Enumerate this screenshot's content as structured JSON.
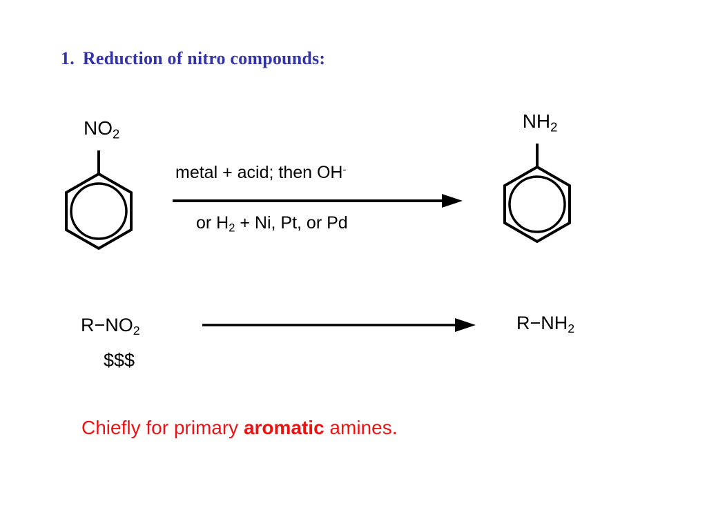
{
  "slide": {
    "background": "#ffffff",
    "title": {
      "number": "1.",
      "text": "Reduction of nitro compounds:",
      "color": "#3333aa"
    },
    "reaction1": {
      "reactant": {
        "label_main": "NO",
        "label_sub": "2",
        "structure": "benzene-ring"
      },
      "conditions_above": {
        "part1": "metal + acid; then OH",
        "superscript": "-"
      },
      "conditions_below": {
        "part1": "or H",
        "sub": "2",
        "part2": " + Ni, Pt, or Pd"
      },
      "arrow": "reaction-arrow-right",
      "product": {
        "label_main": "NH",
        "label_sub": "2",
        "structure": "benzene-ring"
      }
    },
    "reaction2": {
      "reactant": {
        "main": "R−NO",
        "sub": "2"
      },
      "reactant_note": "$$$",
      "arrow": "reaction-arrow-right",
      "product": {
        "main": "R−NH",
        "sub": "2"
      }
    },
    "footnote": {
      "before": "Chiefly for primary ",
      "emphasis": "aromatic",
      "after": " amines.",
      "color": "#ee1111"
    }
  }
}
